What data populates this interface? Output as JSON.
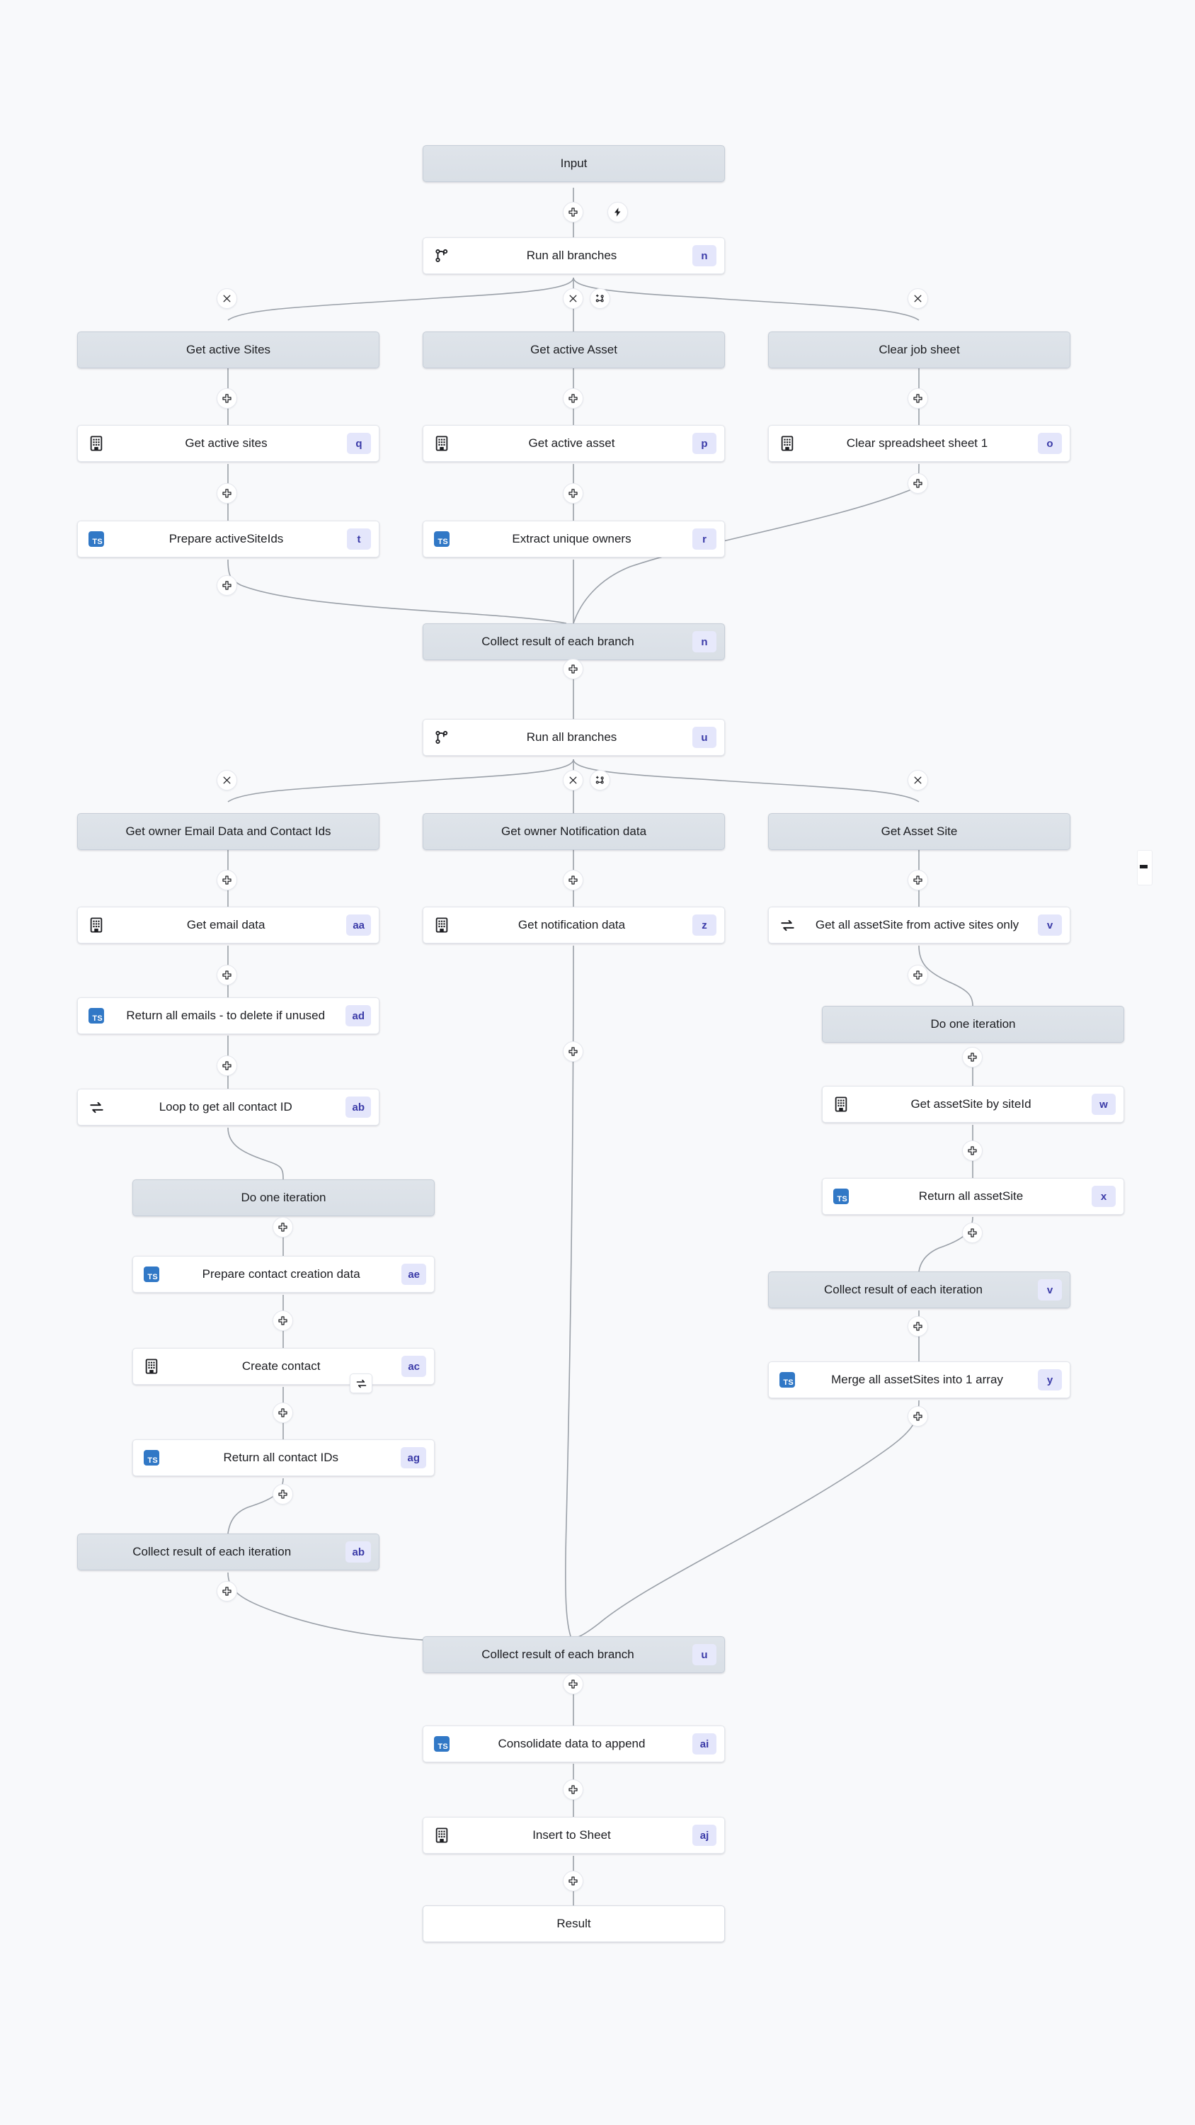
{
  "canvas": {
    "background": "#f8f9fb",
    "node_grey": "#dfe4ea",
    "node_white": "#ffffff",
    "chip_bg": "#e4e6fb",
    "chip_fg": "#3b3ba8",
    "ts_blue": "#3178c6",
    "edge_color": "#9aa0a8"
  },
  "nodes": [
    {
      "id": "input",
      "label": "Input",
      "kind": "grey",
      "icon": "none",
      "chip": ""
    },
    {
      "id": "branch1",
      "label": "Run all branches",
      "kind": "step",
      "icon": "branch-icon",
      "chip": "n"
    },
    {
      "id": "b1c1head",
      "label": "Get active Sites",
      "kind": "grey",
      "icon": "none",
      "chip": ""
    },
    {
      "id": "b1c2head",
      "label": "Get active Asset",
      "kind": "grey",
      "icon": "none",
      "chip": ""
    },
    {
      "id": "b1c3head",
      "label": "Clear job sheet",
      "kind": "grey",
      "icon": "none",
      "chip": ""
    },
    {
      "id": "getactivesites",
      "label": "Get active sites",
      "kind": "step",
      "icon": "sheets-icon",
      "chip": "q"
    },
    {
      "id": "getactiveasset",
      "label": "Get active asset",
      "kind": "step",
      "icon": "sheets-icon",
      "chip": "p"
    },
    {
      "id": "clearsheet",
      "label": "Clear spreadsheet sheet 1",
      "kind": "step",
      "icon": "sheets-icon",
      "chip": "o"
    },
    {
      "id": "prepareids",
      "label": "Prepare activeSiteIds",
      "kind": "step",
      "icon": "ts-icon",
      "chip": "t"
    },
    {
      "id": "extractowners",
      "label": "Extract unique owners",
      "kind": "step",
      "icon": "ts-icon",
      "chip": "r"
    },
    {
      "id": "collect1",
      "label": "Collect result of each branch",
      "kind": "grey",
      "icon": "none",
      "chip": "n"
    },
    {
      "id": "branch2",
      "label": "Run all branches",
      "kind": "step",
      "icon": "branch-icon",
      "chip": "u"
    },
    {
      "id": "b2c1head",
      "label": "Get owner Email Data and Contact Ids",
      "kind": "grey",
      "icon": "none",
      "chip": ""
    },
    {
      "id": "b2c2head",
      "label": "Get owner Notification data",
      "kind": "grey",
      "icon": "none",
      "chip": ""
    },
    {
      "id": "b2c3head",
      "label": "Get Asset Site",
      "kind": "grey",
      "icon": "none",
      "chip": ""
    },
    {
      "id": "getemail",
      "label": "Get email data",
      "kind": "step",
      "icon": "sheets-icon",
      "chip": "aa"
    },
    {
      "id": "getnotif",
      "label": "Get notification data",
      "kind": "step",
      "icon": "sheets-icon",
      "chip": "z"
    },
    {
      "id": "getallassetsite",
      "label": "Get all assetSite from active sites only",
      "kind": "step",
      "icon": "loop-icon",
      "chip": "v"
    },
    {
      "id": "returnemails",
      "label": "Return all emails - to delete if unused",
      "kind": "step",
      "icon": "ts-icon",
      "chip": "ad"
    },
    {
      "id": "loopcontact",
      "label": "Loop to get all contact ID",
      "kind": "step",
      "icon": "loop-icon",
      "chip": "ab"
    },
    {
      "id": "iter1",
      "label": "Do one iteration",
      "kind": "grey",
      "icon": "none",
      "chip": ""
    },
    {
      "id": "preparecontact",
      "label": "Prepare contact creation data",
      "kind": "step",
      "icon": "ts-icon",
      "chip": "ae"
    },
    {
      "id": "createcontact",
      "label": "Create contact",
      "kind": "step",
      "icon": "sheets-icon",
      "chip": "ac",
      "loop_badge": true
    },
    {
      "id": "returncontactids",
      "label": "Return all contact IDs",
      "kind": "step",
      "icon": "ts-icon",
      "chip": "ag"
    },
    {
      "id": "collectiter1",
      "label": "Collect result of each iteration",
      "kind": "grey",
      "icon": "none",
      "chip": "ab"
    },
    {
      "id": "iter2",
      "label": "Do one iteration",
      "kind": "grey",
      "icon": "none",
      "chip": ""
    },
    {
      "id": "getassetbysite",
      "label": "Get assetSite by siteId",
      "kind": "step",
      "icon": "sheets-icon",
      "chip": "w"
    },
    {
      "id": "returnassetsite",
      "label": "Return all assetSite",
      "kind": "step",
      "icon": "ts-icon",
      "chip": "x"
    },
    {
      "id": "collectiter2",
      "label": "Collect result of each iteration",
      "kind": "grey",
      "icon": "none",
      "chip": "v"
    },
    {
      "id": "mergeassets",
      "label": "Merge all assetSites into 1 array",
      "kind": "step",
      "icon": "ts-icon",
      "chip": "y"
    },
    {
      "id": "collect2",
      "label": "Collect result of each branch",
      "kind": "grey",
      "icon": "none",
      "chip": "u"
    },
    {
      "id": "consolidate",
      "label": "Consolidate data to append",
      "kind": "step",
      "icon": "ts-icon",
      "chip": "ai"
    },
    {
      "id": "insertsheet",
      "label": "Insert to Sheet",
      "kind": "step",
      "icon": "sheets-icon",
      "chip": "aj"
    },
    {
      "id": "result",
      "label": "Result",
      "kind": "plain",
      "icon": "none",
      "chip": ""
    }
  ],
  "handles": {
    "add": "plus-icon",
    "bolt": "lightning-icon",
    "close": "close-icon",
    "add_branch": "add-branch-icon"
  }
}
